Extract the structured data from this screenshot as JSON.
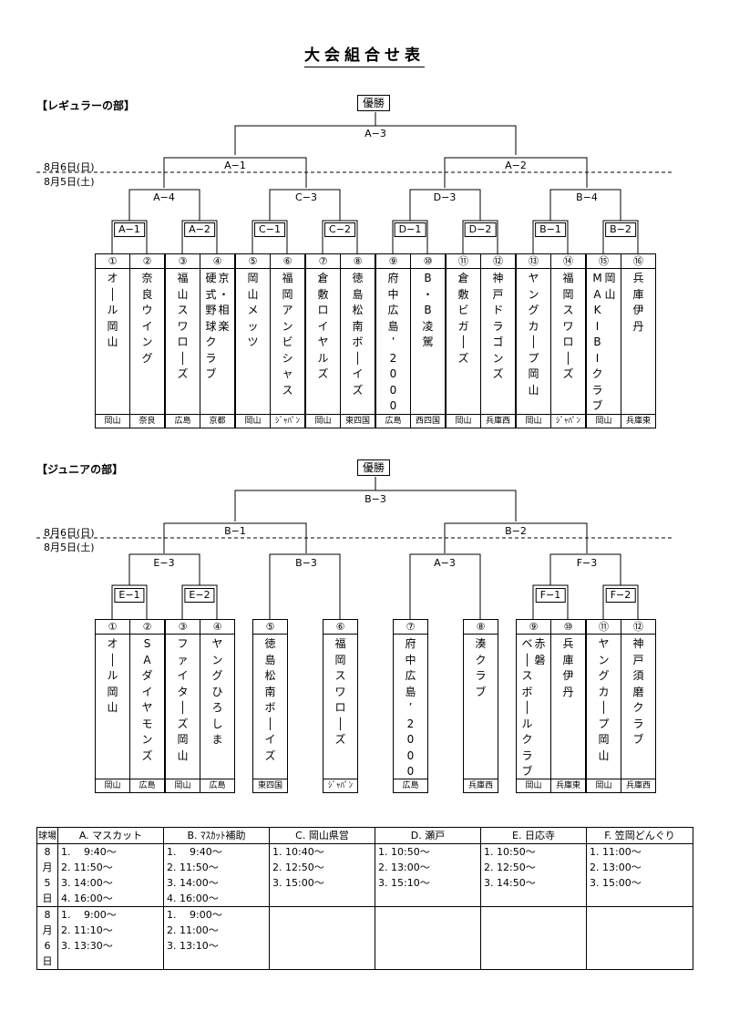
{
  "title": "大会組合せ表",
  "regular": {
    "section_label": "【レギュラーの部】",
    "winner_label": "優勝",
    "date_day2": "8月6日(日)",
    "date_day1": "8月5日(土)",
    "matches": {
      "final": "A−3",
      "semi_left": "A−1",
      "semi_right": "A−2",
      "q1": "A−4",
      "q2": "C−3",
      "q3": "D−3",
      "q4": "B−4",
      "r1": "A−1",
      "r2": "A−2",
      "r3": "C−1",
      "r4": "C−2",
      "r5": "D−1",
      "r6": "D−2",
      "r7": "B−1",
      "r8": "B−2"
    },
    "teams": [
      {
        "num": "①",
        "name": "オ│ル岡山",
        "area": "岡山"
      },
      {
        "num": "②",
        "name": "奈良ウイング",
        "area": "奈良"
      },
      {
        "num": "③",
        "name": "福山スワロ│ズ",
        "area": "広島"
      },
      {
        "num": "④",
        "name": "京・相楽|硬式野球クラブ",
        "area": "京都"
      },
      {
        "num": "⑤",
        "name": "岡山メッツ",
        "area": "岡山"
      },
      {
        "num": "⑥",
        "name": "福岡アンビシャス",
        "area": "ｼﾞｬﾊﾟﾝ"
      },
      {
        "num": "⑦",
        "name": "倉敷ロイヤルズ",
        "area": "岡山"
      },
      {
        "num": "⑧",
        "name": "徳島松南ボ│イズ",
        "area": "東四国"
      },
      {
        "num": "⑨",
        "name": "府中広島’2000",
        "area": "広島"
      },
      {
        "num": "⑩",
        "name": "B・B凌駕",
        "area": "西四国"
      },
      {
        "num": "⑪",
        "name": "倉敷ビガ│ズ",
        "area": "岡山"
      },
      {
        "num": "⑫",
        "name": "神戸ドラゴンズ",
        "area": "兵庫西"
      },
      {
        "num": "⑬",
        "name": "ヤングカ│プ岡山",
        "area": "岡山"
      },
      {
        "num": "⑭",
        "name": "福岡スワロ│ズ",
        "area": "ｼﾞｬﾊﾟﾝ"
      },
      {
        "num": "⑮",
        "name": "岡山|MAKIBIクラブ",
        "area": "岡山"
      },
      {
        "num": "⑯",
        "name": "兵庫伊丹",
        "area": "兵庫東"
      }
    ]
  },
  "junior": {
    "section_label": "【ジュニアの部】",
    "winner_label": "優勝",
    "date_day2": "8月6日(日)",
    "date_day1": "8月5日(土)",
    "matches": {
      "final": "B−3",
      "semi_left": "B−1",
      "semi_right": "B−2",
      "q1": "E−3",
      "q2": "B−3",
      "q3": "A−3",
      "q4": "F−3",
      "r1": "E−1",
      "r2": "E−2",
      "r3": "F−1",
      "r4": "F−2"
    },
    "teams": [
      {
        "num": "①",
        "name": "オ│ル岡山",
        "area": "岡山"
      },
      {
        "num": "②",
        "name": "SAダイヤモンズ",
        "area": "広島"
      },
      {
        "num": "③",
        "name": "ファイタ│ズ岡山",
        "area": "岡山"
      },
      {
        "num": "④",
        "name": "ヤングひろしま",
        "area": "広島"
      },
      {
        "num": "⑤",
        "name": "徳島松南ボ│イズ",
        "area": "東四国"
      },
      {
        "num": "⑥",
        "name": "福岡スワロ│ズ",
        "area": "ｼﾞｬﾊﾟﾝ"
      },
      {
        "num": "⑦",
        "name": "府中広島’2000",
        "area": "広島"
      },
      {
        "num": "⑧",
        "name": "湊クラブ",
        "area": "兵庫西"
      },
      {
        "num": "⑨",
        "name": "赤磐|ベ│スボ│ルクラブ",
        "area": "岡山"
      },
      {
        "num": "⑩",
        "name": "兵庫伊丹",
        "area": "兵庫東"
      },
      {
        "num": "⑪",
        "name": "ヤングカ│プ岡山",
        "area": "岡山"
      },
      {
        "num": "⑫",
        "name": "神戸須磨クラブ",
        "area": "兵庫西"
      }
    ]
  },
  "schedule": {
    "corner": "球場",
    "venues": [
      "A. マスカット",
      "B. ﾏｽｶｯﾄ補助",
      "C. 岡山県営",
      "D. 瀬戸",
      "E. 日応寺",
      "F. 笠岡どんぐり"
    ],
    "day1_label": [
      "8",
      "月",
      "5",
      "日"
    ],
    "day2_label": [
      "8",
      "月",
      "6",
      "日"
    ],
    "day1": [
      [
        "1.　 9:40〜",
        "2. 11:50〜",
        "3. 14:00〜",
        "4. 16:00〜"
      ],
      [
        "1.　 9:40〜",
        "2. 11:50〜",
        "3. 14:00〜",
        "4. 16:00〜"
      ],
      [
        "1. 10:40〜",
        "2. 12:50〜",
        "3. 15:00〜"
      ],
      [
        "1. 10:50〜",
        "2. 13:00〜",
        "3. 15:10〜"
      ],
      [
        "1. 10:50〜",
        "2. 12:50〜",
        "3. 14:50〜"
      ],
      [
        "1. 11:00〜",
        "2. 13:00〜",
        "3. 15:00〜"
      ]
    ],
    "day2": [
      [
        "1.　 9:00〜",
        "2. 11:10〜",
        "3. 13:30〜"
      ],
      [
        "1.　 9:00〜",
        "2. 11:00〜",
        "3. 13:10〜"
      ],
      [],
      [],
      [],
      []
    ]
  }
}
